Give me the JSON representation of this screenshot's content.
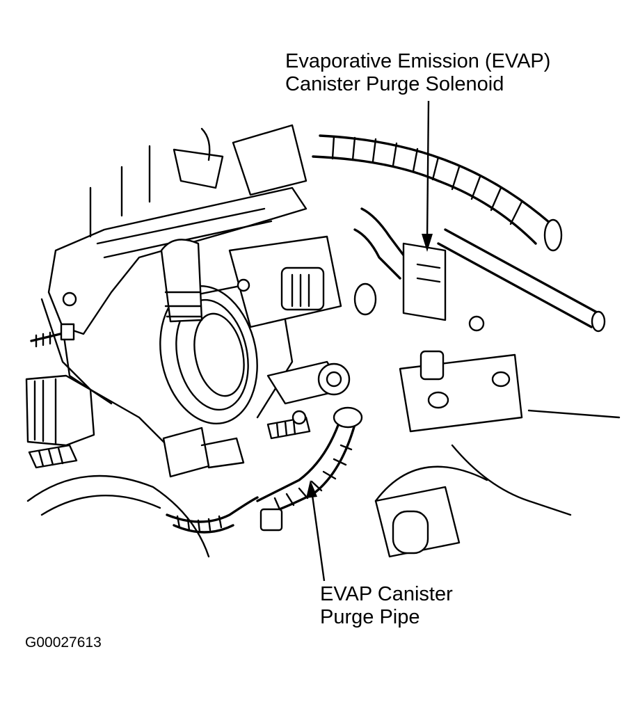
{
  "callouts": {
    "solenoid": {
      "line1": "Evaporative Emission (EVAP)",
      "line2": "Canister Purge Solenoid"
    },
    "pipe": {
      "line1": "EVAP Canister",
      "line2": "Purge Pipe"
    }
  },
  "figure_code": "G00027613",
  "colors": {
    "ink": "#000000",
    "paper": "#ffffff"
  }
}
